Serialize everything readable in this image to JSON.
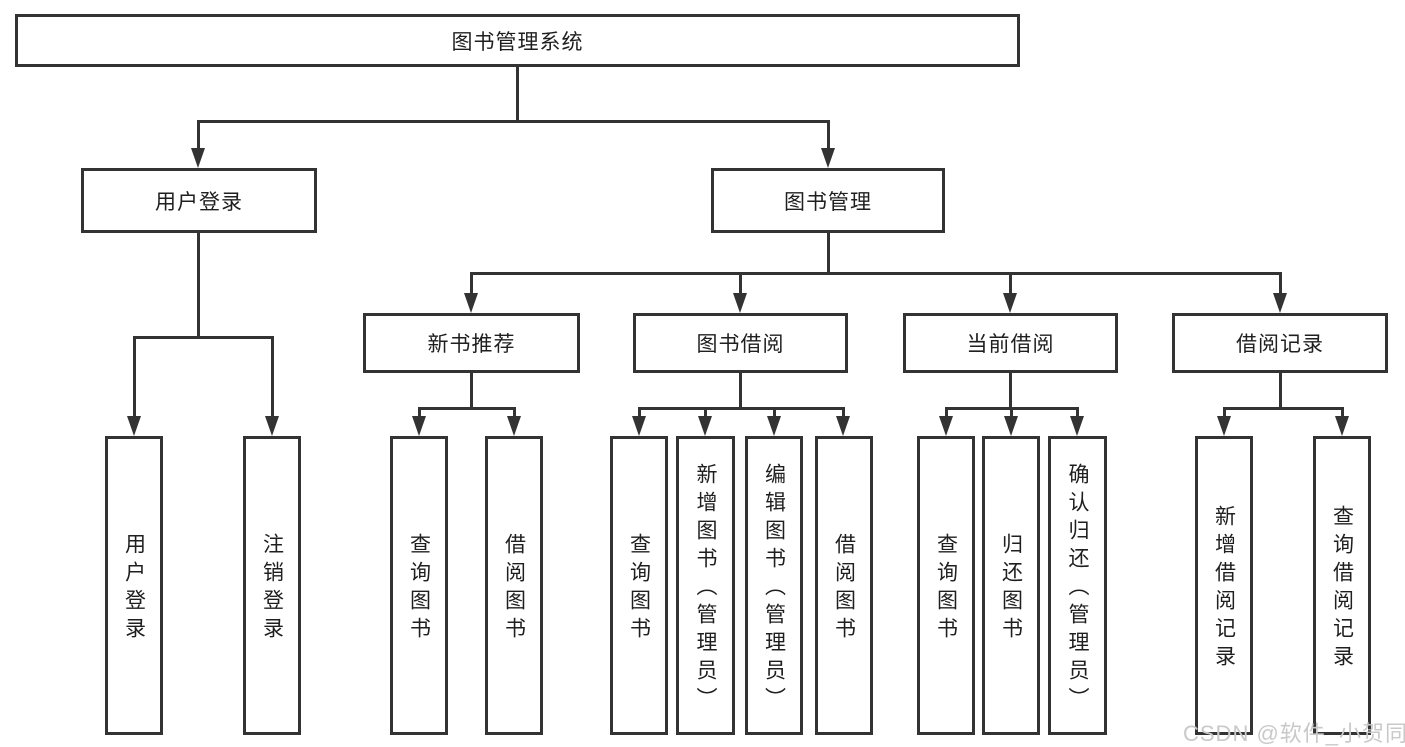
{
  "tree": {
    "label": "图书管理系统",
    "children": [
      {
        "label": "用户登录",
        "children": [
          {
            "label": "用户登录"
          },
          {
            "label": "注销登录"
          }
        ]
      },
      {
        "label": "图书管理",
        "children": [
          {
            "label": "新书推荐",
            "children": [
              {
                "label": "查询图书"
              },
              {
                "label": "借阅图书"
              }
            ]
          },
          {
            "label": "图书借阅",
            "children": [
              {
                "label": "查询图书"
              },
              {
                "label": "新增图书（管理员）"
              },
              {
                "label": "编辑图书（管理员）"
              },
              {
                "label": "借阅图书"
              }
            ]
          },
          {
            "label": "当前借阅",
            "children": [
              {
                "label": "查询图书"
              },
              {
                "label": "归还图书"
              },
              {
                "label": "确认归还（管理员）"
              }
            ]
          },
          {
            "label": "借阅记录",
            "children": [
              {
                "label": "新增借阅记录"
              },
              {
                "label": "查询借阅记录"
              }
            ]
          }
        ]
      }
    ]
  },
  "watermark": {
    "text": "CSDN @软件_小贺同学"
  },
  "colors": {
    "line": "#333333",
    "background": "#ffffff",
    "watermark": "#c9c9c9"
  }
}
